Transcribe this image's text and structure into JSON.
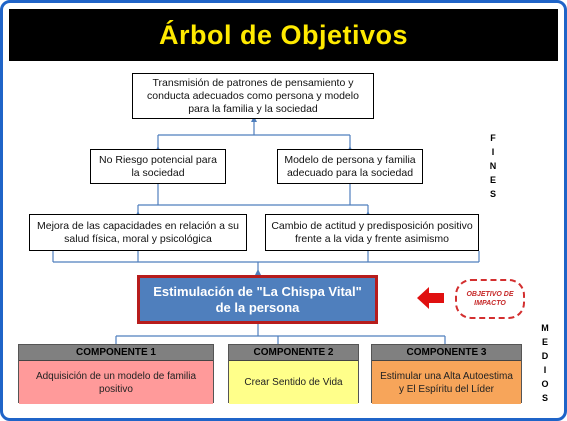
{
  "title": "Árbol de Objetivos",
  "fines": {
    "top": "Transmisión de patrones de pensamiento y conducta  adecuados como persona y modelo para la familia y la sociedad",
    "mid_left": "No Riesgo potencial para la sociedad",
    "mid_right": "Modelo de persona y familia adecuado para la sociedad",
    "low_left": "Mejora de las capacidades en relación a su salud física, moral y psicológica",
    "low_right": "Cambio de actitud y predisposición positivo frente a la vida y frente asimismo"
  },
  "core": {
    "line1": "Estimulación de \"La Chispa Vital\"",
    "line2": "de la persona"
  },
  "impact_label": "OBJETIVO DE IMPACTO",
  "side_labels": {
    "fines": [
      "F",
      "I",
      "N",
      "E",
      "S"
    ],
    "medios": [
      "M",
      "E",
      "D",
      "I",
      "O",
      "S"
    ]
  },
  "components": [
    {
      "header": "COMPONENTE 1",
      "body": "Adquisición de un modelo de familia positivo",
      "color": "#ff9a9a"
    },
    {
      "header": "COMPONENTE 2",
      "body": "Crear Sentido de Vida",
      "color": "#ffff8a"
    },
    {
      "header": "COMPONENTE 3",
      "body": "Estimular una Alta Autoestima y El Espíritu del Líder",
      "color": "#f7a55a"
    }
  ],
  "colors": {
    "connector": "#4f7fbd",
    "arrow": "#e01010",
    "frame": "#1f64c8"
  }
}
